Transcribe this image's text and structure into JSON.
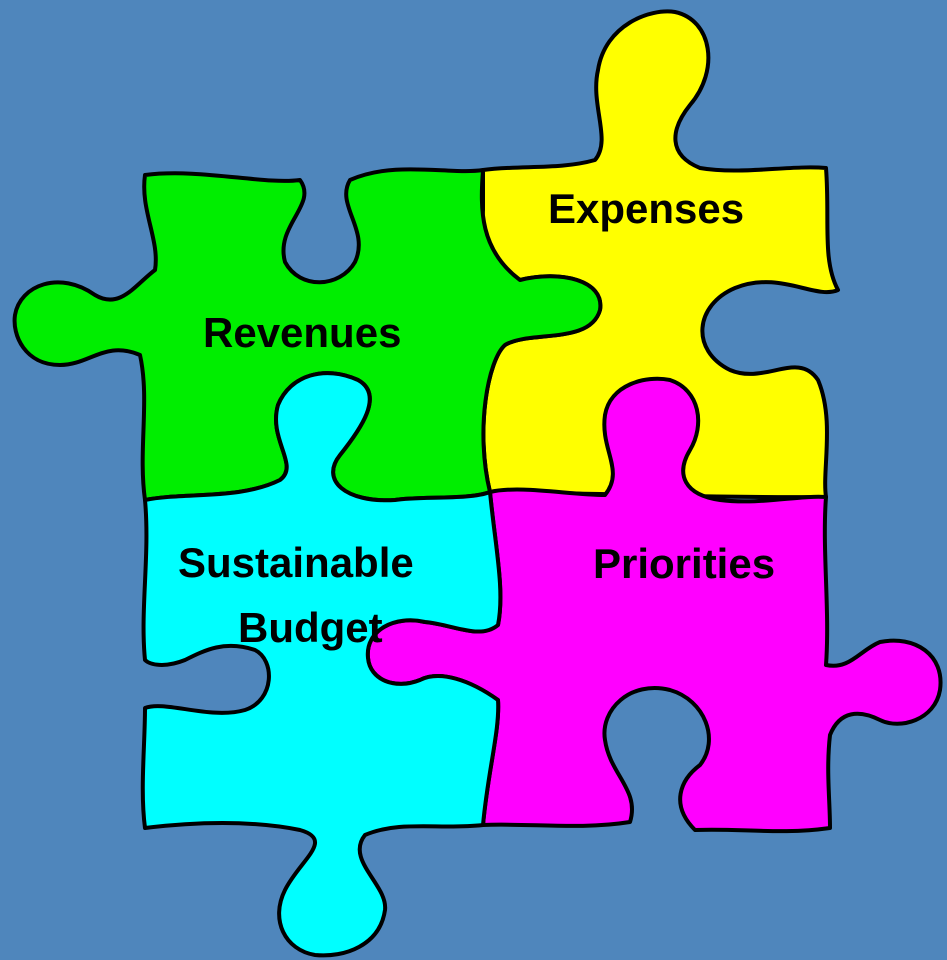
{
  "background_color": "#4f86bc",
  "pieces": {
    "revenues": {
      "label": "Revenues",
      "color": "#00ee00"
    },
    "expenses": {
      "label": "Expenses",
      "color": "#ffff00"
    },
    "sustainable": {
      "label_line1": "Sustainable",
      "label_line2": "Budget",
      "color": "#00ffff"
    },
    "priorities": {
      "label": "Priorities",
      "color": "#ff00ff"
    }
  }
}
